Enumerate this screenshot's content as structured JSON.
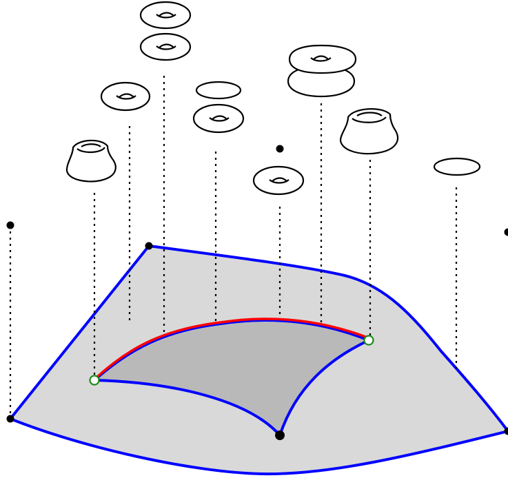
{
  "diagram": {
    "colors": {
      "outer_fill": "#d9d9d9",
      "inner_fill": "#b9b9b9",
      "boundary": "#0000ff",
      "highlight_edge": "#ff0000",
      "marked_point": "#1a8c1a",
      "ink": "#000000"
    },
    "stem_kinds": [
      "vertical-dotted-line"
    ],
    "fibers": [
      {
        "id": "far-left-point",
        "kind": "point"
      },
      {
        "id": "left-cup",
        "kind": "cup-shaped-surface"
      },
      {
        "id": "left-torus",
        "kind": "torus"
      },
      {
        "id": "double-torus",
        "kind": "two-tori-stacked"
      },
      {
        "id": "circle-over-torus",
        "kind": "circle-and-torus"
      },
      {
        "id": "center-point",
        "kind": "point"
      },
      {
        "id": "center-torus",
        "kind": "torus"
      },
      {
        "id": "stacked-surface",
        "kind": "two-tori-merged"
      },
      {
        "id": "right-cup",
        "kind": "cup-shaped-surface"
      },
      {
        "id": "right-circle",
        "kind": "circle"
      },
      {
        "id": "far-right-point",
        "kind": "point"
      }
    ]
  }
}
